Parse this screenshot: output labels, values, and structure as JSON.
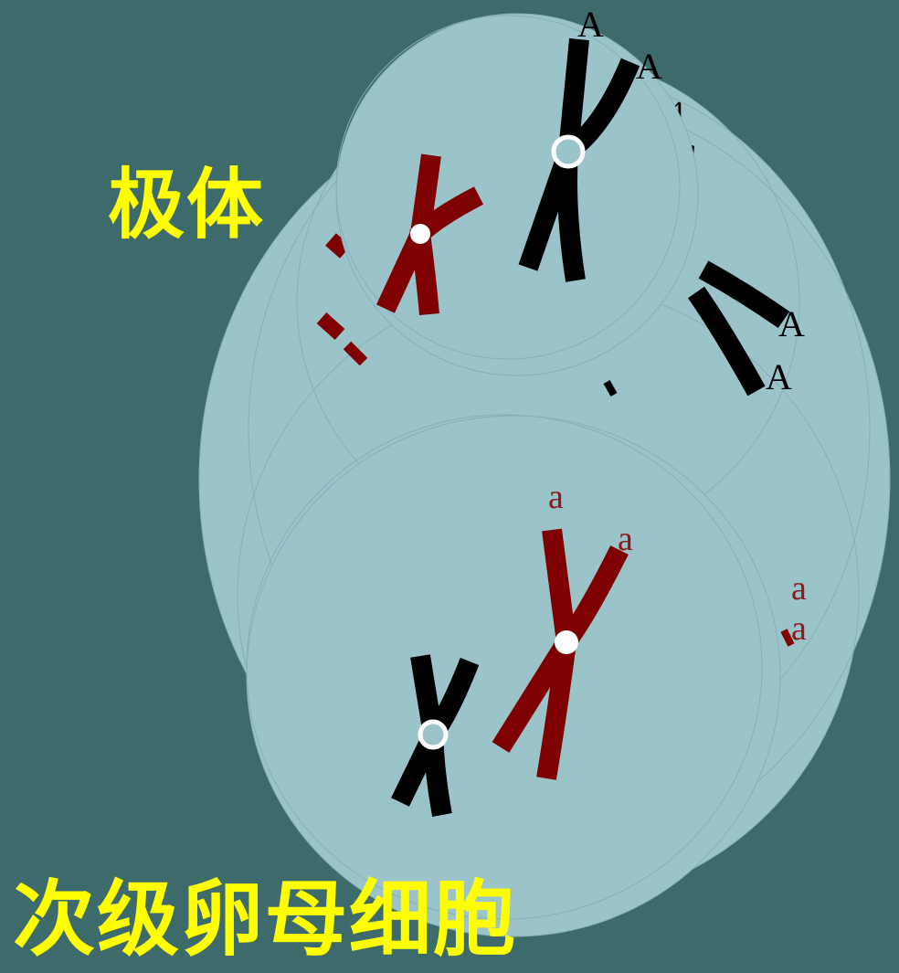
{
  "labels": {
    "polar_body": "极体",
    "secondary_oocyte": "次级卵母细胞"
  },
  "gene_letters": {
    "polar_body_chromosome": [
      "A",
      "A"
    ],
    "ghost_chromosome": [
      "A",
      "A"
    ],
    "partial_ghost_letters": [
      "A",
      "A"
    ],
    "oocyte_chromosome": [
      "a",
      "a"
    ],
    "ghost_oocyte_letters": [
      "a",
      "a"
    ]
  },
  "colors": {
    "background": "#3d6b6b",
    "cell": "#9ac3ca",
    "chromosome_dark": "#000000",
    "chromosome_red": "#7f0000",
    "label": "#ffff00",
    "gene_red": "#8b1a1a"
  }
}
